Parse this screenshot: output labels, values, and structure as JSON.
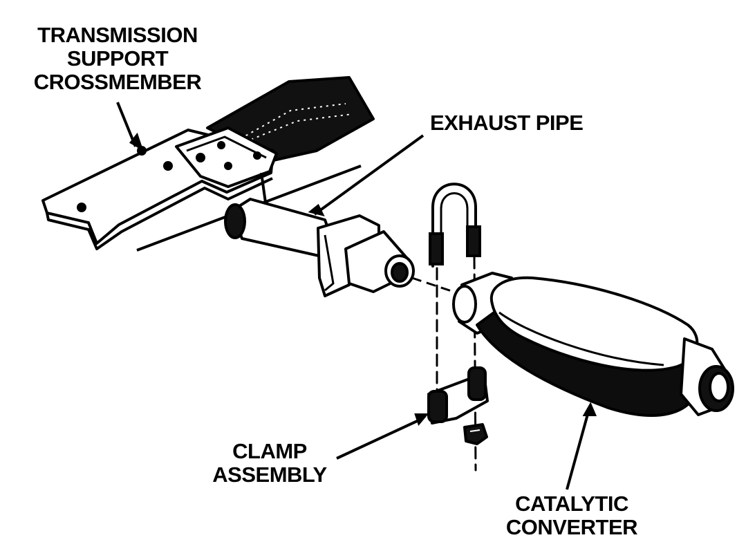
{
  "labels": {
    "transmission_support_crossmember": [
      "TRANSMISSION",
      "SUPPORT",
      "CROSSMEMBER"
    ],
    "exhaust_pipe": "EXHAUST PIPE",
    "clamp_assembly": [
      "CLAMP",
      "ASSEMBLY"
    ],
    "catalytic_converter": [
      "CATALYTIC",
      "CONVERTER"
    ]
  },
  "colors": {
    "ink": "#000000",
    "paper": "#ffffff"
  }
}
